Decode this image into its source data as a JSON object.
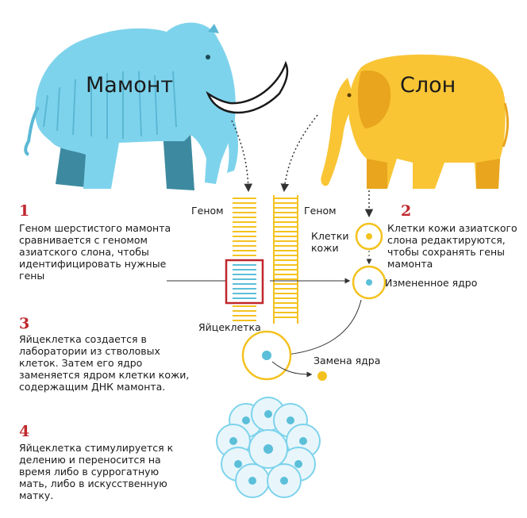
{
  "labels": {
    "mammoth": "Мамонт",
    "elephant": "Слон",
    "genome_left": "Геном",
    "genome_right": "Геном",
    "skin_cells": "Клетки\nкожи",
    "modified_nucleus": "Измененное ядро",
    "egg_cell": "Яйцеклетка",
    "nucleus_replacement": "Замена ядра"
  },
  "steps": [
    {
      "number": "1",
      "text": "Геном шерстистого мамонта сравнивается с геномом азиатского слона, чтобы идентифицировать нужные гены"
    },
    {
      "number": "2",
      "text": "Клетки кожи азиатского слона редактируются, чтобы сохранять гены мамонта"
    },
    {
      "number": "3",
      "text": "Яйцеклетка создается в лаборатории из стволовых клеток. Затем его ядро заменяется ядром клетки кожи, содержащим ДНК мамонта."
    },
    {
      "number": "4",
      "text": "Яйцеклетка стимулируется к делению и переносится на время либо в суррогатную мать, либо в искусственную матку."
    }
  ],
  "colors": {
    "mammoth_fur": "#7ed3ec",
    "mammoth_dark": "#3d8aa0",
    "elephant": "#f9c535",
    "elephant_dark": "#e8a51d",
    "step_number": "#c0272d",
    "highlight_box": "#c0272d",
    "cell_ring": "#f4c21f",
    "cell_nucleus": "#5bbfd9",
    "embryo_fill": "#e8f6fb"
  },
  "icons": [
    "mammoth-illustration",
    "elephant-illustration",
    "genome-strip",
    "cell-icon",
    "embryo-cluster-icon"
  ]
}
